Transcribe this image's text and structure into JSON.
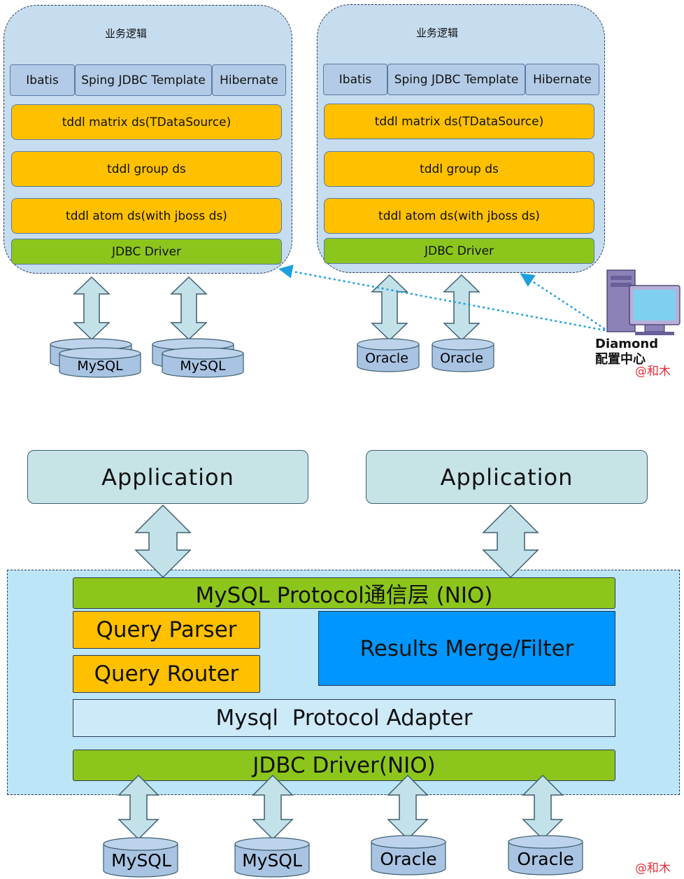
{
  "top": {
    "left_cluster": {
      "title": "业务逻辑",
      "frameworks": [
        "Ibatis",
        "Sping JDBC Template",
        "Hibernate"
      ],
      "layers": [
        "tddl matrix ds(TDataSource)",
        "tddl group ds",
        "tddl atom ds(with jboss ds)"
      ],
      "driver": "JDBC Driver",
      "databases": [
        "MySQL",
        "MySQL"
      ]
    },
    "right_cluster": {
      "title": "业务逻辑",
      "frameworks": [
        "Ibatis",
        "Sping JDBC Template",
        "Hibernate"
      ],
      "layers": [
        "tddl matrix ds(TDataSource)",
        "tddl group ds",
        "tddl atom ds(with jboss ds)"
      ],
      "driver": "JDBC Driver",
      "databases": [
        "Oracle",
        "Oracle"
      ]
    },
    "diamond": {
      "line1": "Diamond",
      "line2": "配置中心",
      "icon": "server-computer-icon"
    },
    "watermark": "@和木"
  },
  "bottom": {
    "applications": [
      "Application",
      "Application"
    ],
    "protocol_layer": "MySQL Protocol通信层 (NIO)",
    "query_parser": "Query Parser",
    "query_router": "Query Router",
    "results_merge": "Results Merge/Filter",
    "protocol_adapter": "Mysql  Protocol Adapter",
    "driver": "JDBC Driver(NIO)",
    "databases": [
      "MySQL",
      "MySQL",
      "Oracle",
      "Oracle"
    ],
    "watermark": "@和木"
  },
  "colors": {
    "cluster_bg": "#c6dcef",
    "framework_bg": "#b3cbe6",
    "orange": "#ffc000",
    "green": "#8cc61c",
    "blue": "#0096ff",
    "arrow_fill": "#c3e1e8",
    "db_fill": "#a9c4e3",
    "dotted_link": "#1ea0e0"
  }
}
